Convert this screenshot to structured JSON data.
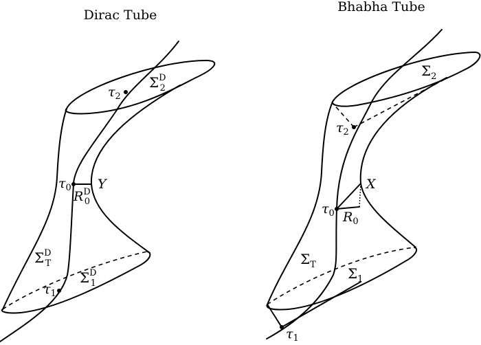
{
  "figure": {
    "left_panel": {
      "title": "Dirac Tube",
      "labels": {
        "tau2": {
          "base": "τ",
          "sub": "2"
        },
        "sigma2": {
          "base": "Σ",
          "sub": "2",
          "sup": "D"
        },
        "tau0": {
          "base": "τ",
          "sub": "0"
        },
        "y_point": {
          "base": "Y"
        },
        "r0": {
          "base": "R",
          "sub": "0",
          "sup": "D"
        },
        "sigmaT": {
          "base": "Σ",
          "sub": "T",
          "sup": "D"
        },
        "sigma1": {
          "base": "Σ",
          "sub": "1",
          "sup": "D"
        },
        "tau1": {
          "base": "τ",
          "sub": "1"
        }
      }
    },
    "right_panel": {
      "title": "Bhabha Tube",
      "labels": {
        "sigma2": {
          "base": "Σ",
          "sub": "2"
        },
        "tau2": {
          "base": "τ",
          "sub": "2"
        },
        "x_point": {
          "base": "X"
        },
        "tau0": {
          "base": "τ",
          "sub": "0"
        },
        "r0": {
          "base": "R",
          "sub": "0"
        },
        "sigmaT": {
          "base": "Σ",
          "sub": "T"
        },
        "sigma1": {
          "base": "Σ",
          "sub": "1"
        },
        "tau1": {
          "base": "τ",
          "sub": "1"
        }
      }
    }
  }
}
